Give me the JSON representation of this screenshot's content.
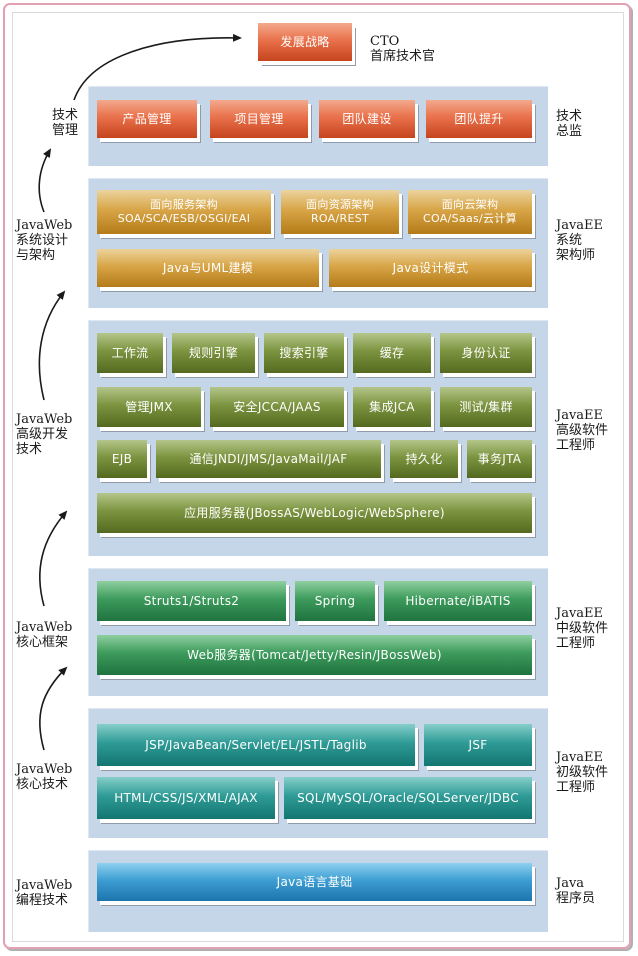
{
  "top": {
    "box": "发展战略",
    "label_lines": [
      "CTO",
      "首席技术官"
    ]
  },
  "sections": [
    {
      "left_lines": [
        "技术",
        "管理"
      ],
      "right_lines": [
        "技术",
        "总监"
      ],
      "boxes": [
        "产品管理",
        "项目管理",
        "团队建设",
        "团队提升"
      ]
    },
    {
      "left_lines": [
        "JavaWeb",
        "系统设计",
        "与架构"
      ],
      "right_lines": [
        "JavaEE",
        "系统",
        "架构师"
      ],
      "boxes": [
        [
          "面向服务架构",
          "SOA/SCA/ESB/OSGI/EAI"
        ],
        [
          "面向资源架构",
          "ROA/REST"
        ],
        [
          "面向云架构",
          "COA/Saas/云计算"
        ],
        "Java与UML建模",
        "Java设计模式"
      ]
    },
    {
      "left_lines": [
        "JavaWeb",
        "高级开发",
        "技术"
      ],
      "right_lines": [
        "JavaEE",
        "高级软件",
        "工程师"
      ],
      "boxes": [
        "工作流",
        "规则引擎",
        "搜索引擎",
        "缓存",
        "身份认证",
        "管理JMX",
        "安全JCCA/JAAS",
        "集成JCA",
        "测试/集群",
        "EJB",
        "通信JNDI/JMS/JavaMail/JAF",
        "持久化",
        "事务JTA",
        "应用服务器(JBossAS/WebLogic/WebSphere)"
      ]
    },
    {
      "left_lines": [
        "JavaWeb",
        "核心框架"
      ],
      "right_lines": [
        "JavaEE",
        "中级软件",
        "工程师"
      ],
      "boxes": [
        "Struts1/Struts2",
        "Spring",
        "Hibernate/iBATIS",
        "Web服务器(Tomcat/Jetty/Resin/JBossWeb)"
      ]
    },
    {
      "left_lines": [
        "JavaWeb",
        "核心技术"
      ],
      "right_lines": [
        "JavaEE",
        "初级软件",
        "工程师"
      ],
      "boxes": [
        "JSP/JavaBean/Servlet/EL/JSTL/Taglib",
        "JSF",
        "HTML/CSS/JS/XML/AJAX",
        "SQL/MySQL/Oracle/SQLServer/JDBC"
      ]
    },
    {
      "left_lines": [
        "JavaWeb",
        "编程技术"
      ],
      "right_lines": [
        "Java",
        "程序员"
      ],
      "boxes": [
        "Java语言基础"
      ]
    }
  ]
}
